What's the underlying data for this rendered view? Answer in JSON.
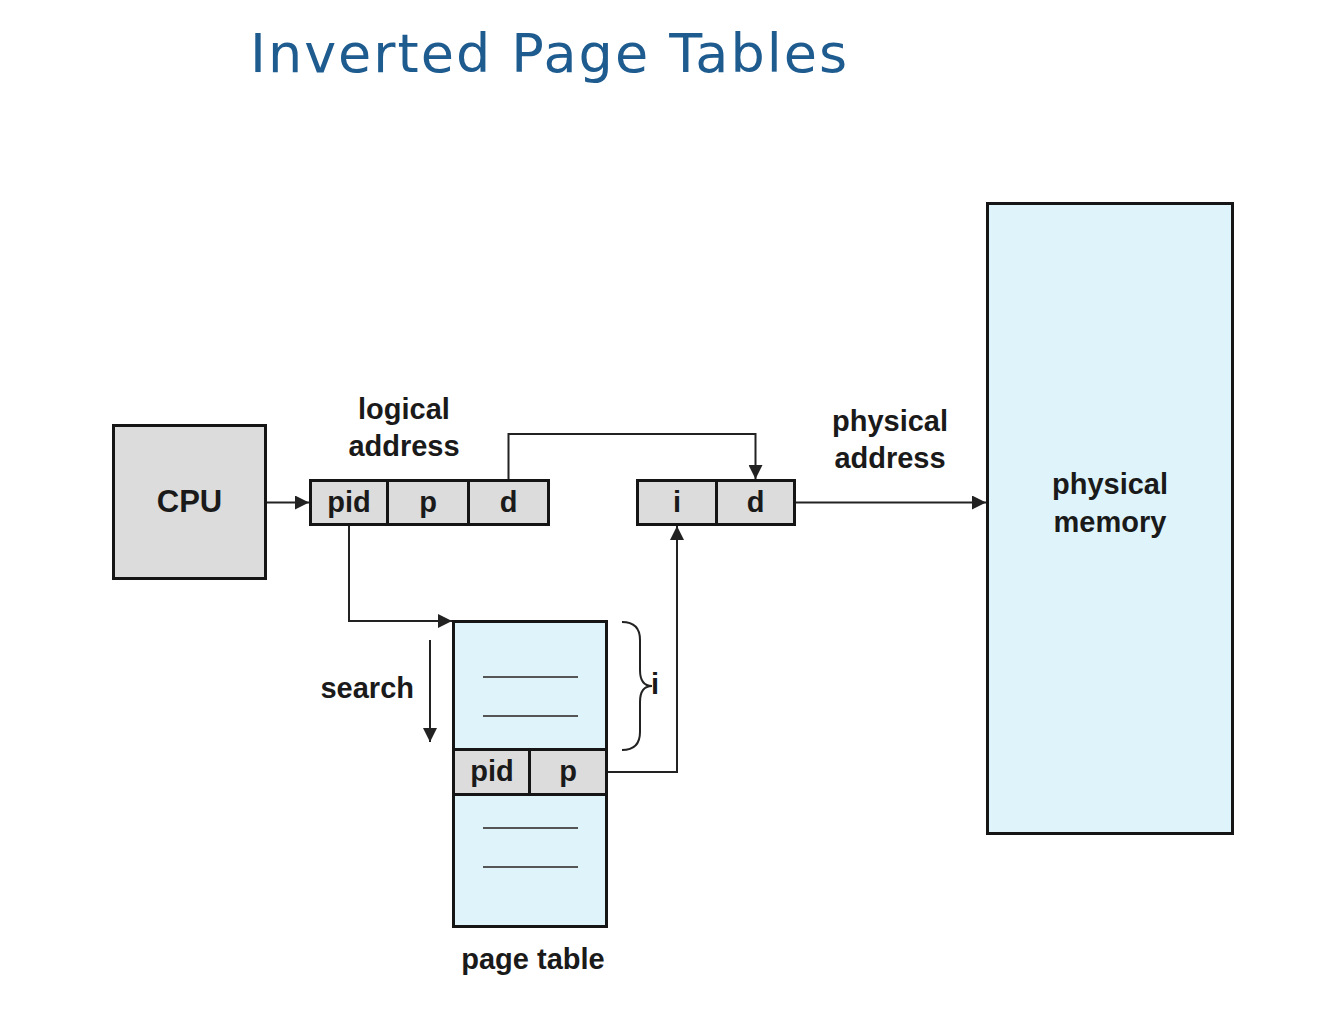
{
  "diagram": {
    "title": "Inverted Page Tables",
    "nodes": [
      {
        "text": [
          "CPU"
        ]
      },
      {
        "text": [
          "logical address"
        ]
      },
      {
        "text": [
          "pid"
        ],
        "in": 1
      },
      {
        "text": [
          "p"
        ],
        "in": 1
      },
      {
        "text": [
          "d"
        ],
        "in": 1
      },
      {
        "text": [
          "physical address"
        ]
      },
      {
        "text": [
          "i"
        ],
        "in": 5
      },
      {
        "text": [
          "d"
        ],
        "in": 5
      },
      {
        "text": [
          "physical memory"
        ]
      },
      {
        "text": [
          "page table"
        ]
      },
      {
        "text": [
          "pid"
        ],
        "in": 9
      },
      {
        "text": [
          "p"
        ],
        "in": 9
      }
    ],
    "edges": [
      {
        "from": 0,
        "to": 1,
        "arrow": "to"
      },
      {
        "from": 2,
        "to": 9,
        "arrow": "to"
      },
      {
        "from": 4,
        "to": 7,
        "arrow": "to"
      },
      {
        "from": 11,
        "to": 6,
        "arrow": "to"
      },
      {
        "from": 5,
        "to": 8,
        "arrow": "to"
      }
    ],
    "labels": [
      "search",
      "i"
    ]
  }
}
